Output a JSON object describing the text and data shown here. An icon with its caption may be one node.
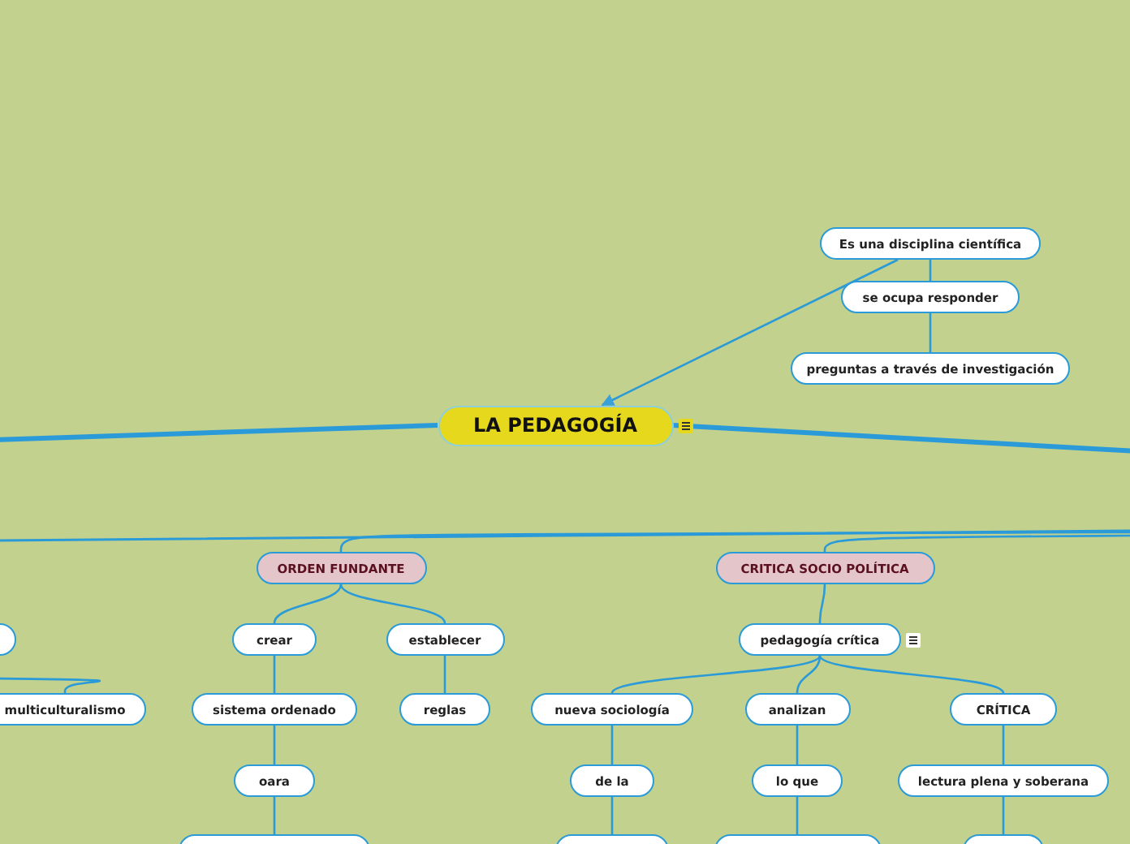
{
  "diagram": {
    "nodes": [
      {
        "text": [
          "LA PEDAGOGÍA"
        ]
      },
      {
        "text": [
          "Es una disciplina científica"
        ]
      },
      {
        "text": [
          "se ocupa responder"
        ]
      },
      {
        "text": [
          "preguntas a través de investigación"
        ]
      },
      {
        "text": [
          "ORDEN FUNDANTE"
        ]
      },
      {
        "text": [
          "crear"
        ]
      },
      {
        "text": [
          "establecer"
        ]
      },
      {
        "text": [
          "sistema ordenado"
        ]
      },
      {
        "text": [
          "reglas"
        ]
      },
      {
        "text": [
          "oara"
        ]
      },
      {
        "text": [],
        "shape": "box"
      },
      {
        "text": [
          "CRITICA SOCIO POLÍTICA"
        ]
      },
      {
        "text": [
          "pedagogía crítica"
        ]
      },
      {
        "text": [
          "nueva sociología"
        ]
      },
      {
        "text": [
          "analizan"
        ]
      },
      {
        "text": [
          "CRÍTICA"
        ]
      },
      {
        "text": [
          "de la"
        ]
      },
      {
        "text": [
          "lo que"
        ]
      },
      {
        "text": [
          "lectura plena y soberana"
        ]
      },
      {
        "text": [],
        "shape": "box"
      },
      {
        "text": [],
        "shape": "box"
      },
      {
        "text": [],
        "shape": "box"
      },
      {
        "text": [
          "multiculturalismo"
        ]
      },
      {
        "text": [],
        "shape": "box"
      }
    ],
    "edges": [
      {
        "from": 1,
        "to": 0,
        "arrow": "to"
      },
      {
        "from": 1,
        "to": 2,
        "arrow": "none"
      },
      {
        "from": 2,
        "to": 3,
        "arrow": "none"
      },
      {
        "from": 0,
        "to": null,
        "arrow": "none",
        "style": "thick"
      },
      {
        "from": 0,
        "to": null,
        "arrow": "none",
        "style": "thick"
      },
      {
        "from": null,
        "to": 4,
        "arrow": "none"
      },
      {
        "from": null,
        "to": 11,
        "arrow": "none"
      },
      {
        "from": 4,
        "to": 5,
        "arrow": "none"
      },
      {
        "from": 4,
        "to": 6,
        "arrow": "none"
      },
      {
        "from": 5,
        "to": 7,
        "arrow": "none"
      },
      {
        "from": 6,
        "to": 8,
        "arrow": "none"
      },
      {
        "from": 7,
        "to": 9,
        "arrow": "none"
      },
      {
        "from": 9,
        "to": 10,
        "arrow": "none"
      },
      {
        "from": 11,
        "to": 12,
        "arrow": "none"
      },
      {
        "from": 12,
        "to": 13,
        "arrow": "none"
      },
      {
        "from": 12,
        "to": 14,
        "arrow": "none"
      },
      {
        "from": 12,
        "to": 15,
        "arrow": "none"
      },
      {
        "from": 13,
        "to": 16,
        "arrow": "none"
      },
      {
        "from": 14,
        "to": 17,
        "arrow": "none"
      },
      {
        "from": 15,
        "to": 18,
        "arrow": "none"
      },
      {
        "from": 16,
        "to": 19,
        "arrow": "none"
      },
      {
        "from": 17,
        "to": 20,
        "arrow": "none"
      },
      {
        "from": 18,
        "to": 21,
        "arrow": "none"
      },
      {
        "from": null,
        "to": 22,
        "arrow": "none"
      }
    ]
  }
}
